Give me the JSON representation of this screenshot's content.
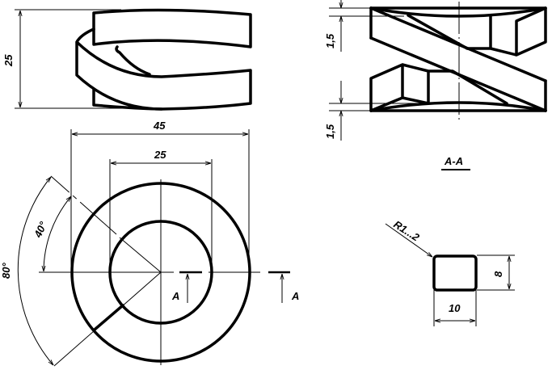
{
  "front_view": {
    "height_dim": "25"
  },
  "plan_view": {
    "outer_dim": "45",
    "inner_dim": "25",
    "angle_small": "40°",
    "angle_large": "80°",
    "section_mark_left": "A",
    "section_mark_right": "A"
  },
  "section_view": {
    "title": "A-A",
    "offset_top": "1,5",
    "offset_bottom": "1,5"
  },
  "profile": {
    "radius": "R1...2",
    "width": "10",
    "height": "8"
  },
  "colors": {
    "line": "#000000",
    "background": "#ffffff"
  }
}
